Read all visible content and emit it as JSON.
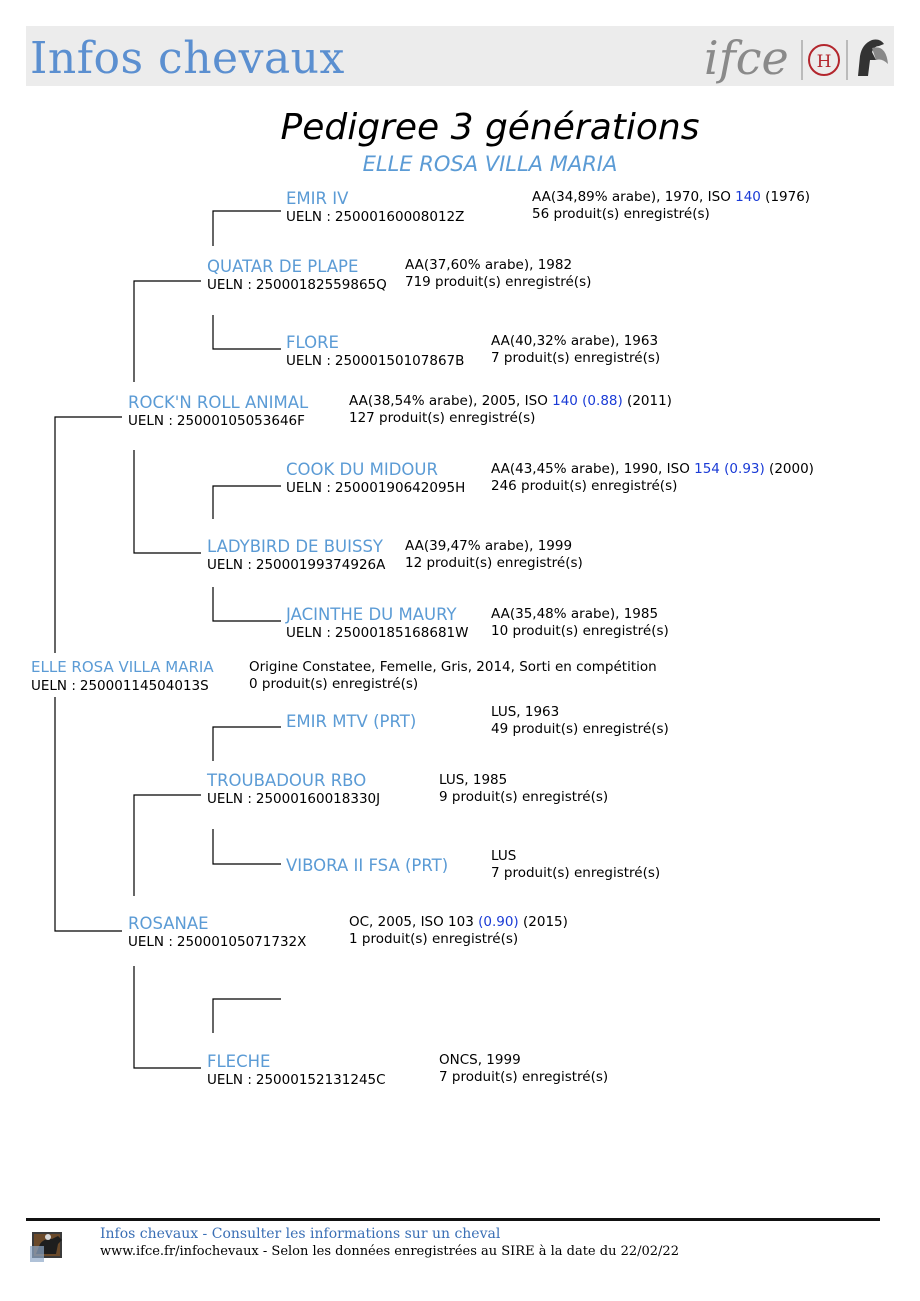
{
  "header": {
    "site_title": "Infos chevaux",
    "logo_text": "ifce"
  },
  "page": {
    "heading": "Pedigree 3 générations",
    "subheading": "ELLE ROSA VILLA MARIA"
  },
  "ueln_label": "UELN :",
  "pedigree": {
    "subject": {
      "name": "ELLE ROSA VILLA MARIA",
      "ueln": "25000114504013S",
      "info1": "Origine Constatee, Femelle, Gris, 2014, Sorti en compétition",
      "info2": "0 produit(s) enregistré(s)"
    },
    "sire": {
      "name": "ROCK'N ROLL ANIMAL",
      "ueln": "25000105053646F",
      "info_pre": "AA(38,54% arabe), 2005, ISO ",
      "iso": "140 (0.88)",
      "info_post": " (2011)",
      "info2": "127 produit(s) enregistré(s)"
    },
    "sire_sire": {
      "name": "QUATAR DE PLAPE",
      "ueln": "25000182559865Q",
      "info1": "AA(37,60% arabe), 1982",
      "info2": "719 produit(s) enregistré(s)"
    },
    "sire_sire_sire": {
      "name": "EMIR IV",
      "ueln": "25000160008012Z",
      "info_pre": "AA(34,89% arabe), 1970, ISO ",
      "iso": "140",
      "info_post": " (1976)",
      "info2": "56 produit(s) enregistré(s)"
    },
    "sire_sire_dam": {
      "name": "FLORE",
      "ueln": "25000150107867B",
      "info1": "AA(40,32% arabe), 1963",
      "info2": "7 produit(s) enregistré(s)"
    },
    "sire_dam": {
      "name": "LADYBIRD DE BUISSY",
      "ueln": "25000199374926A",
      "info1": "AA(39,47% arabe), 1999",
      "info2": "12 produit(s) enregistré(s)"
    },
    "sire_dam_sire": {
      "name": "COOK DU MIDOUR",
      "ueln": "25000190642095H",
      "info_pre": "AA(43,45% arabe), 1990, ISO ",
      "iso": "154 (0.93)",
      "info_post": " (2000)",
      "info2": "246 produit(s) enregistré(s)"
    },
    "sire_dam_dam": {
      "name": "JACINTHE DU MAURY",
      "ueln": "25000185168681W",
      "info1": "AA(35,48% arabe), 1985",
      "info2": "10 produit(s) enregistré(s)"
    },
    "dam": {
      "name": "ROSANAE",
      "ueln": "25000105071732X",
      "info_pre": "OC, 2005, ISO 103 ",
      "iso": "(0.90)",
      "info_post": " (2015)",
      "info2": "1 produit(s) enregistré(s)"
    },
    "dam_sire": {
      "name": "TROUBADOUR RBO",
      "ueln": "25000160018330J",
      "info1": "LUS, 1985",
      "info2": "9 produit(s) enregistré(s)"
    },
    "dam_sire_sire": {
      "name": "EMIR MTV (PRT)",
      "info1": "LUS, 1963",
      "info2": "49 produit(s) enregistré(s)"
    },
    "dam_sire_dam": {
      "name": "VIBORA II FSA (PRT)",
      "info1": "LUS",
      "info2": "7 produit(s) enregistré(s)"
    },
    "dam_dam": {
      "name": "FLECHE",
      "ueln": "25000152131245C",
      "info1": "ONCS, 1999",
      "info2": "7 produit(s) enregistré(s)"
    }
  },
  "footer": {
    "line1": "Infos chevaux - Consulter les informations sur un cheval",
    "line2": "www.ifce.fr/infochevaux - Selon les données enregistrées au SIRE à la date du 22/02/22"
  },
  "colors": {
    "name_blue": "#5b9bd5",
    "iso_blue": "#1a3bd6",
    "title_blue": "#5b8fd0"
  }
}
